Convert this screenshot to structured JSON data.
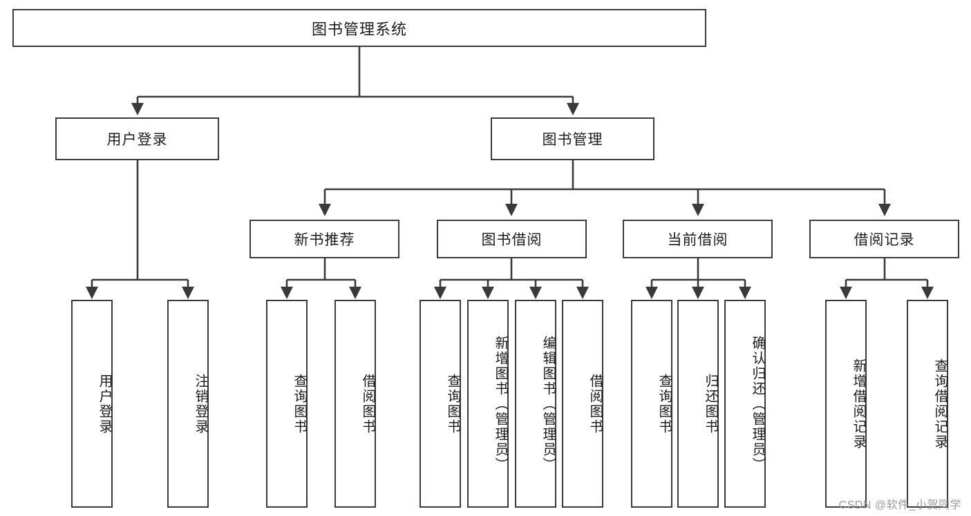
{
  "diagram": {
    "type": "tree",
    "title": "图书管理系统",
    "root": {
      "label": "图书管理系统"
    },
    "level2": [
      {
        "label": "用户登录"
      },
      {
        "label": "图书管理"
      }
    ],
    "level3": [
      {
        "label": "新书推荐"
      },
      {
        "label": "图书借阅"
      },
      {
        "label": "当前借阅"
      },
      {
        "label": "借阅记录"
      }
    ],
    "leaves": {
      "user_login": [
        {
          "label": "用户登录"
        },
        {
          "label": "注销登录"
        }
      ],
      "new_book_recommend": [
        {
          "label": "查询图书"
        },
        {
          "label": "借阅图书"
        }
      ],
      "book_borrow": [
        {
          "label": "查询图书"
        },
        {
          "label": "新增图书（管理员）"
        },
        {
          "label": "编辑图书（管理员）"
        },
        {
          "label": "借阅图书"
        }
      ],
      "current_borrow": [
        {
          "label": "查询图书"
        },
        {
          "label": "归还图书"
        },
        {
          "label": "确认归还（管理员）"
        }
      ],
      "borrow_record": [
        {
          "label": "新增借阅记录"
        },
        {
          "label": "查询借阅记录"
        }
      ]
    }
  },
  "watermark": {
    "text": "CSDN @软件_小贺同学"
  },
  "colors": {
    "stroke": "#3a3a3a",
    "background": "#ffffff",
    "text": "#1c1c1c",
    "watermark": "#9a9a9a"
  }
}
